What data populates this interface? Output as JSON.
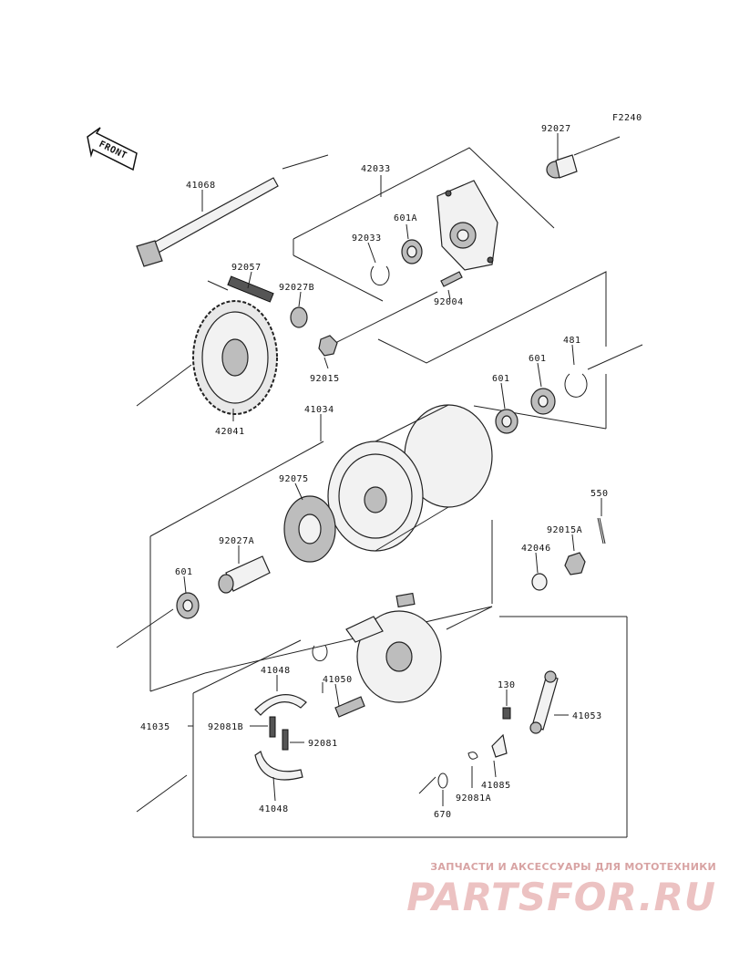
{
  "figure_code": "F2240",
  "front_label": "FRONT",
  "watermark": {
    "caption": "ЗАПЧАСТИ И АКСЕССУАРЫ ДЛЯ МОТОТЕХНИКИ",
    "logo": "PARTSFOR.RU"
  },
  "parts": {
    "p92027": "92027",
    "p41068": "41068",
    "p42033": "42033",
    "p601A": "601A",
    "p92033": "92033",
    "p92057": "92057",
    "p92027B": "92027B",
    "p92004": "92004",
    "p92015": "92015",
    "p481": "481",
    "p601_top": "601",
    "p601_mid": "601",
    "p42041": "42041",
    "p41034": "41034",
    "p92075": "92075",
    "p550": "550",
    "p92015A": "92015A",
    "p42046": "42046",
    "p92027A": "92027A",
    "p601_left": "601",
    "p41048_top": "41048",
    "p41050": "41050",
    "p130": "130",
    "p41053": "41053",
    "p41035": "41035",
    "p92081B": "92081B",
    "p92081": "92081",
    "p41085": "41085",
    "p92081A": "92081A",
    "p670": "670",
    "p41048_bottom": "41048"
  }
}
